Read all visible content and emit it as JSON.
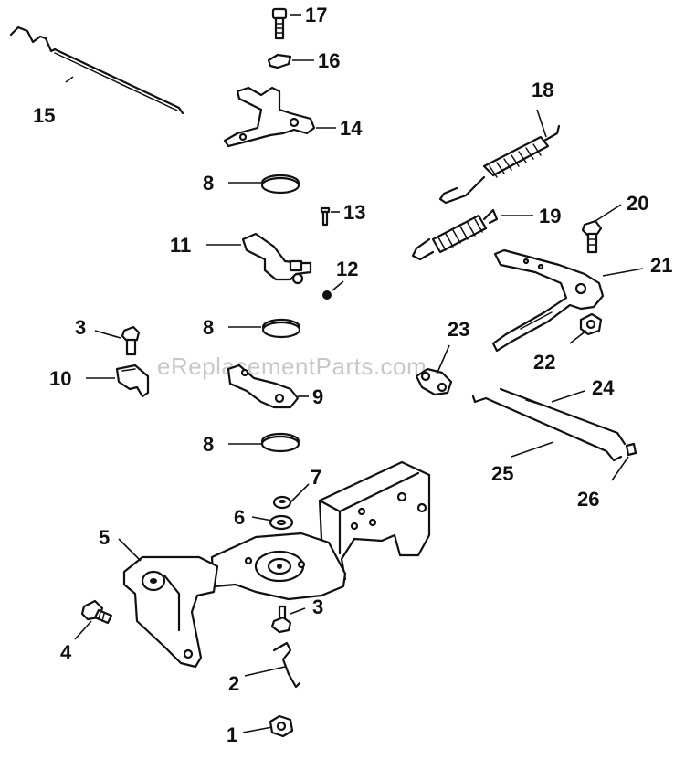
{
  "watermark": "eReplacementParts.com",
  "labels": {
    "l1": "1",
    "l2": "2",
    "l3a": "3",
    "l3b": "3",
    "l4": "4",
    "l5": "5",
    "l6": "6",
    "l7": "7",
    "l8a": "8",
    "l8b": "8",
    "l8c": "8",
    "l9": "9",
    "l10": "10",
    "l11": "11",
    "l12": "12",
    "l13": "13",
    "l14": "14",
    "l15": "15",
    "l16": "16",
    "l17": "17",
    "l18": "18",
    "l19": "19",
    "l20": "20",
    "l21": "21",
    "l22": "22",
    "l23": "23",
    "l24": "24",
    "l25": "25",
    "l26": "26"
  }
}
